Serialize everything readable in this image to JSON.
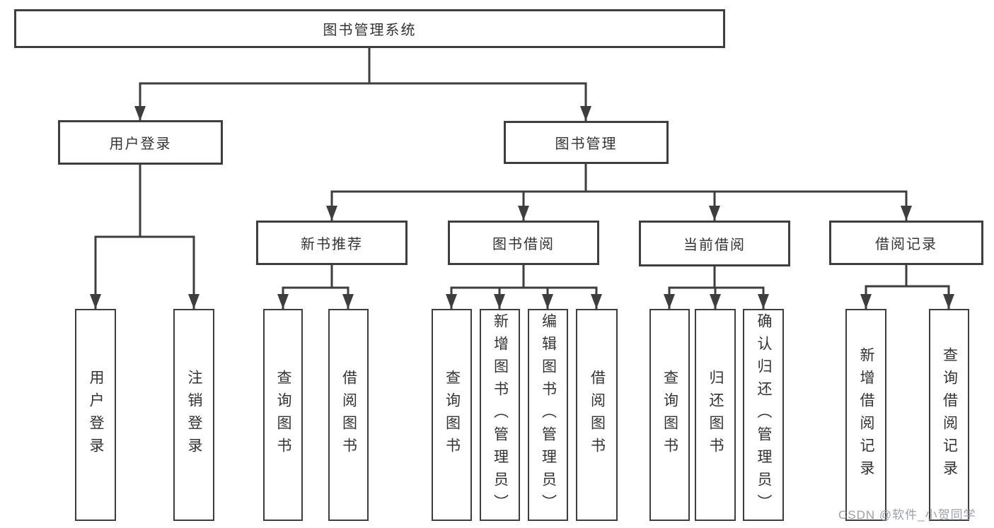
{
  "colors": {
    "line": "#3e3e3e",
    "text": "#333333",
    "box_background": "#ffffff",
    "watermark": "#9aa0ab"
  },
  "watermark": {
    "text": "CSDN @软件_小贺同学"
  },
  "tree": {
    "root": {
      "label": "图书管理系统"
    },
    "children": [
      {
        "label": "用户登录",
        "children": [
          {
            "label": "用户登录"
          },
          {
            "label": "注销登录"
          }
        ]
      },
      {
        "label": "图书管理",
        "children": [
          {
            "label": "新书推荐",
            "children": [
              {
                "label": "查询图书"
              },
              {
                "label": "借阅图书"
              }
            ]
          },
          {
            "label": "图书借阅",
            "children": [
              {
                "label": "查询图书"
              },
              {
                "label": "新增图书（管理员）"
              },
              {
                "label": "编辑图书（管理员）"
              },
              {
                "label": "借阅图书"
              }
            ]
          },
          {
            "label": "当前借阅",
            "children": [
              {
                "label": "查询图书"
              },
              {
                "label": "归还图书"
              },
              {
                "label": "确认归还（管理员）"
              }
            ]
          },
          {
            "label": "借阅记录",
            "children": [
              {
                "label": "新增借阅记录"
              },
              {
                "label": "查询借阅记录"
              }
            ]
          }
        ]
      }
    ]
  }
}
